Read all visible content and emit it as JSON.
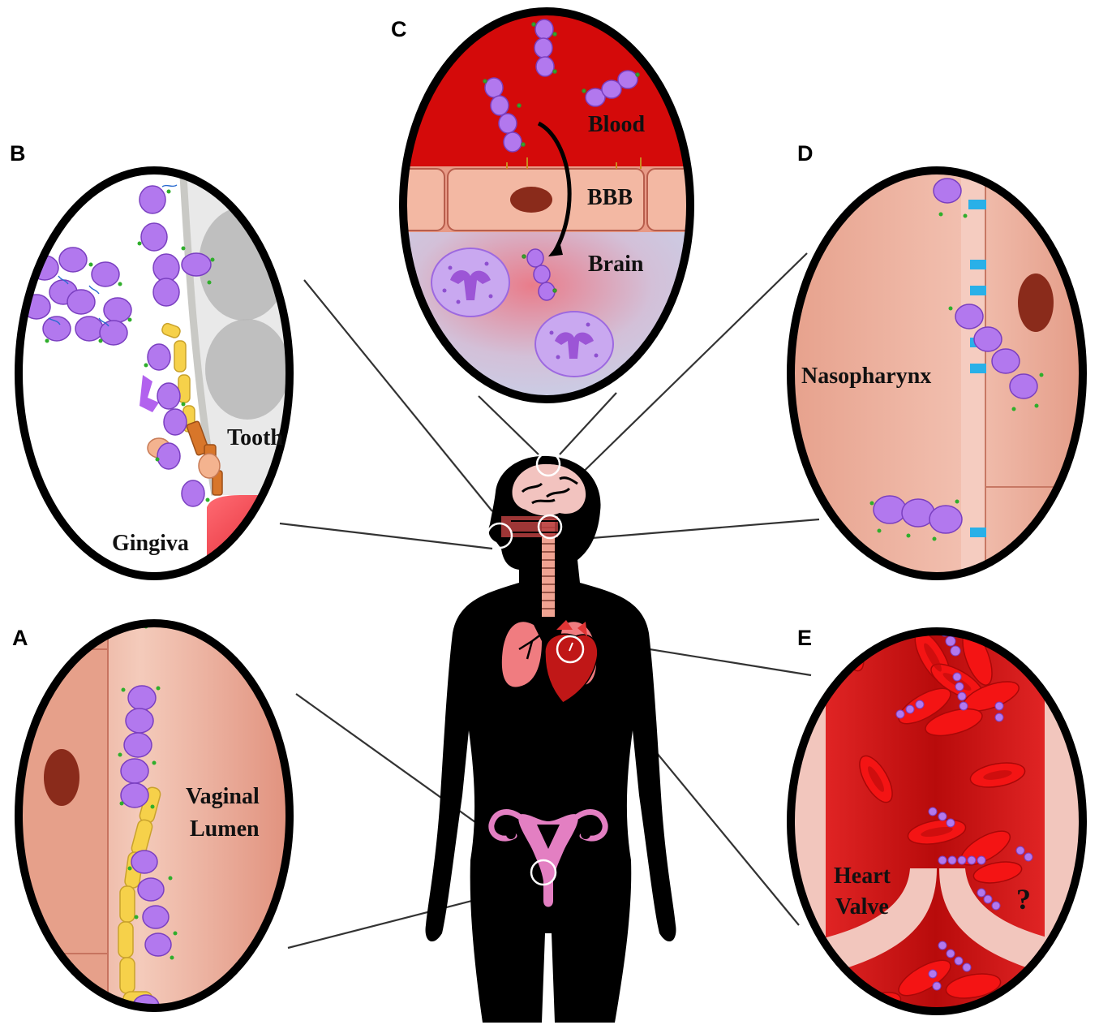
{
  "panels": {
    "A": {
      "letter": "A",
      "label_line1": "Vaginal",
      "label_line2": "Lumen"
    },
    "B": {
      "letter": "B",
      "label_tooth": "Tooth",
      "label_gingiva": "Gingiva"
    },
    "C": {
      "letter": "C",
      "label_blood": "Blood",
      "label_bbb": "BBB",
      "label_brain": "Brain"
    },
    "D": {
      "letter": "D",
      "label": "Nasopharynx"
    },
    "E": {
      "letter": "E",
      "label_line1": "Heart",
      "label_line2": "Valve",
      "question": "?"
    }
  },
  "colors": {
    "bacteria": "#a461e6",
    "blood": "#d90b0b",
    "tissue": "#e7a592",
    "bbb": "#f0b49d",
    "brain": "#c7d6ef",
    "receptor": "#29b0e8",
    "rbc": "#f11a1a",
    "uterus": "#e37fc2",
    "lung": "#f07c80",
    "heart": "#c01717",
    "yeast": "#f6d14a"
  }
}
